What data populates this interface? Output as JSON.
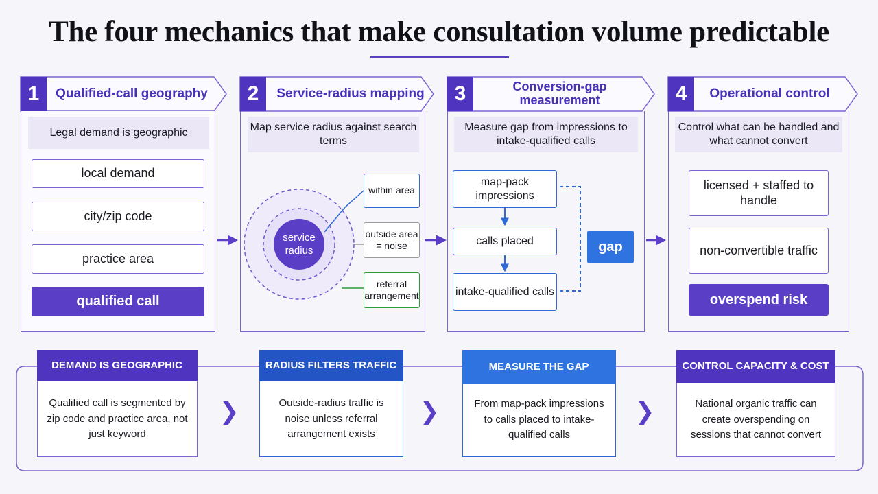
{
  "title": "The four mechanics that make consultation volume predictable",
  "colors": {
    "primary_purple": "#4f34c0",
    "accent_blue": "#2f73e0",
    "referral_green": "#2e9a3e",
    "panel_border": "#7d63d2",
    "sub_background": "#ebe7f7"
  },
  "stages": [
    {
      "number": "1",
      "title": "Qualified-call geography",
      "subtitle": "Legal demand is geographic",
      "steps": [
        "local demand",
        "city/zip code",
        "practice area",
        "qualified call"
      ]
    },
    {
      "number": "2",
      "title": "Service-radius mapping",
      "subtitle": "Map service radius against search terms",
      "center_label": "service radius",
      "labels": [
        "within area",
        "outside area = noise",
        "referral arrangement"
      ]
    },
    {
      "number": "3",
      "title": "Conversion-gap measurement",
      "subtitle": "Measure gap from impressions to intake-qualified calls",
      "steps": [
        "map-pack impressions",
        "calls placed",
        "intake-qualified calls"
      ],
      "gap_label": "gap"
    },
    {
      "number": "4",
      "title": "Operational control",
      "subtitle": "Control what can be handled and what cannot convert",
      "items": [
        "licensed + staffed to handle",
        "non-convertible traffic",
        "overspend risk"
      ]
    }
  ],
  "summary_cards": [
    {
      "heading": "DEMAND IS GEOGRAPHIC",
      "body": "Qualified call is segmented by zip code and practice area, not just keyword"
    },
    {
      "heading": "RADIUS FILTERS TRAFFIC",
      "body": "Outside-radius traffic is noise unless referral arrangement exists"
    },
    {
      "heading": "MEASURE THE GAP",
      "body": "From map-pack impressions to calls placed to intake-qualified calls"
    },
    {
      "heading": "CONTROL CAPACITY & COST",
      "body": "National organic traffic can create overspending on sessions that cannot convert"
    }
  ]
}
